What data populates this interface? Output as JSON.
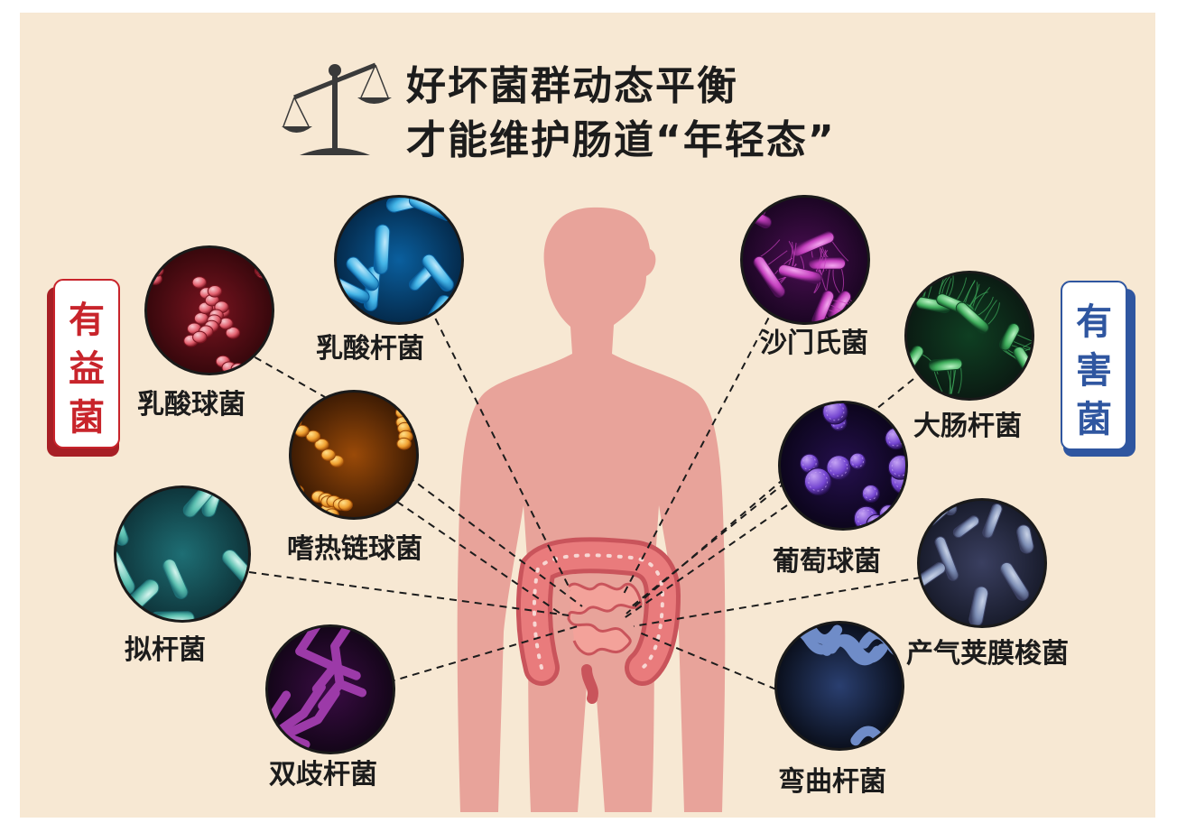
{
  "title": {
    "line1": "好坏菌群动态平衡",
    "line2": "才能维护肠道“年轻态”"
  },
  "beneficial_group": {
    "label": "有益菌",
    "color": "#c8242b",
    "bacteria": [
      {
        "name": "乳酸球菌",
        "colors": [
          "#f7c9cf",
          "#e2606e",
          "#7a1420",
          "#2a0508"
        ],
        "shape": "cocci-chain"
      },
      {
        "name": "乳酸杆菌",
        "colors": [
          "#bfe9fb",
          "#43b4e6",
          "#0a5f9e",
          "#03203c"
        ],
        "shape": "rods"
      },
      {
        "name": "嗜热链球菌",
        "colors": [
          "#ffe08a",
          "#f0a030",
          "#9a4a08",
          "#2b1203"
        ],
        "shape": "cocci-chain"
      },
      {
        "name": "拟杆菌",
        "colors": [
          "#d6f5ef",
          "#5bc0b0",
          "#1e6e74",
          "#0b2a30"
        ],
        "shape": "rods"
      },
      {
        "name": "双歧杆菌",
        "colors": [
          "#e0a6e6",
          "#9c3aa8",
          "#3a0c44",
          "#0c0410"
        ],
        "shape": "branch"
      }
    ]
  },
  "harmful_group": {
    "label": "有害菌",
    "color": "#2f56a0",
    "bacteria": [
      {
        "name": "沙门氏菌",
        "colors": [
          "#f3a6ef",
          "#c43fbe",
          "#4a0e52",
          "#12041a"
        ],
        "shape": "flagella"
      },
      {
        "name": "大肠杆菌",
        "colors": [
          "#b8f2c2",
          "#3fae5c",
          "#0f3f22",
          "#0a1410"
        ],
        "shape": "flagella"
      },
      {
        "name": "葡萄球菌",
        "colors": [
          "#c5a3f4",
          "#7344d0",
          "#25104e",
          "#070312"
        ],
        "shape": "cocci-cluster"
      },
      {
        "name": "产气荚膜梭菌",
        "colors": [
          "#c8d2e6",
          "#7c8db4",
          "#3a3f60",
          "#121522"
        ],
        "shape": "rods"
      },
      {
        "name": "弯曲杆菌",
        "colors": [
          "#c5d7f5",
          "#6f8cc8",
          "#2a3f70",
          "#04060c"
        ],
        "shape": "wavy"
      }
    ]
  },
  "palette": {
    "background": "#f7e8d3",
    "body": "#e8a39a",
    "intestine": "#e97b7c",
    "intestine_dark": "#c9545b",
    "ink": "#1c1c1c"
  },
  "icons": {
    "title_icon": "balance-scale-icon"
  }
}
